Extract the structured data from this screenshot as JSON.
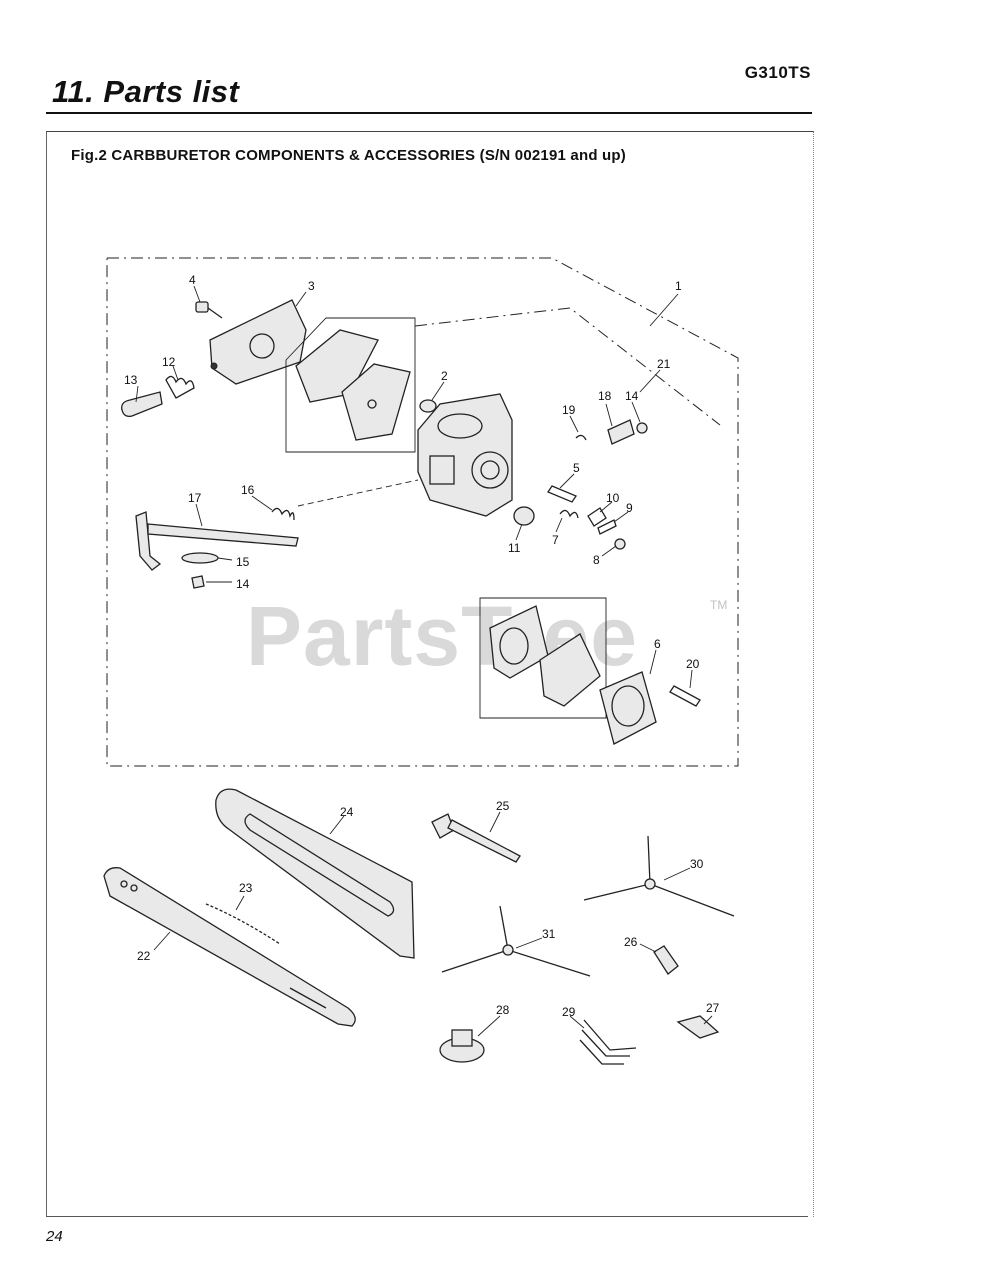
{
  "header": {
    "section_title": "11. Parts list",
    "model": "G310TS"
  },
  "figure": {
    "title": "Fig.2 CARBBURETOR COMPONENTS & ACCESSORIES (S/N 002191 and up)"
  },
  "watermark": {
    "text": "PartsTree",
    "trademark": "TM"
  },
  "callouts": [
    "1",
    "2",
    "3",
    "4",
    "5",
    "6",
    "7",
    "8",
    "9",
    "10",
    "11",
    "12",
    "13",
    "14",
    "14",
    "15",
    "16",
    "17",
    "18",
    "19",
    "20",
    "21",
    "22",
    "23",
    "24",
    "25",
    "26",
    "27",
    "28",
    "29",
    "30",
    "31"
  ],
  "footer": {
    "page_number": "24"
  }
}
